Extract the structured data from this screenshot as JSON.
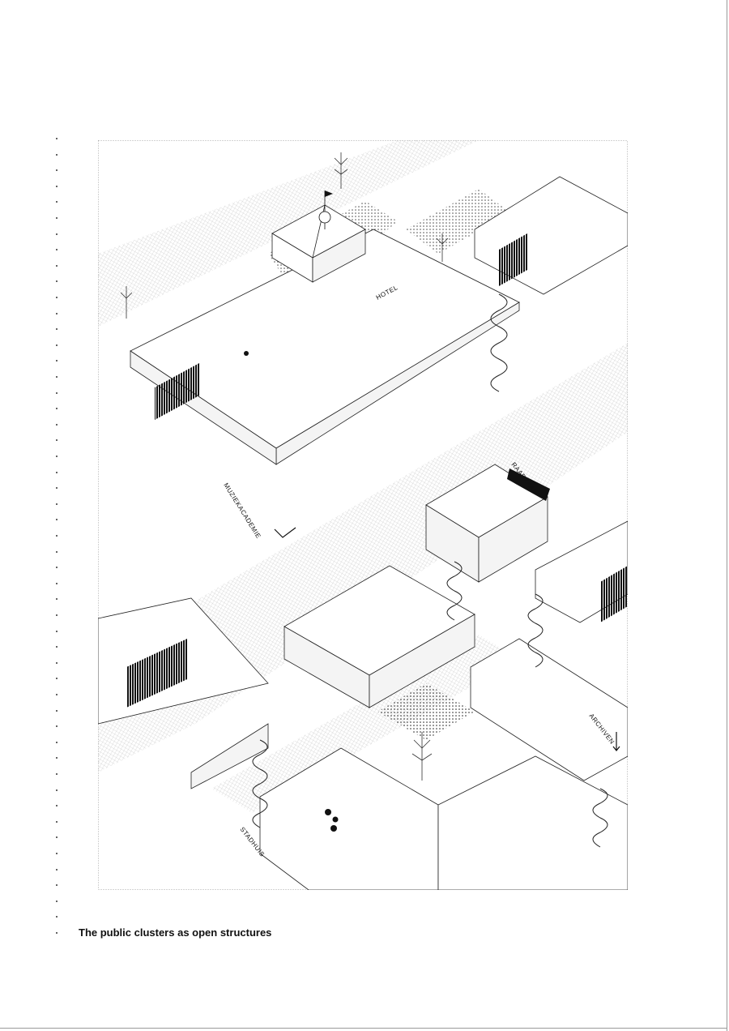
{
  "caption": "The public clusters as open structures",
  "labels": {
    "hotel": "HOTEL",
    "muziekakademie": "MUZIEKACADEMIE",
    "raadzaal": "RAADZAAL",
    "archiven": "ARCHIVEN",
    "stadhuis": "STADHUIS"
  }
}
